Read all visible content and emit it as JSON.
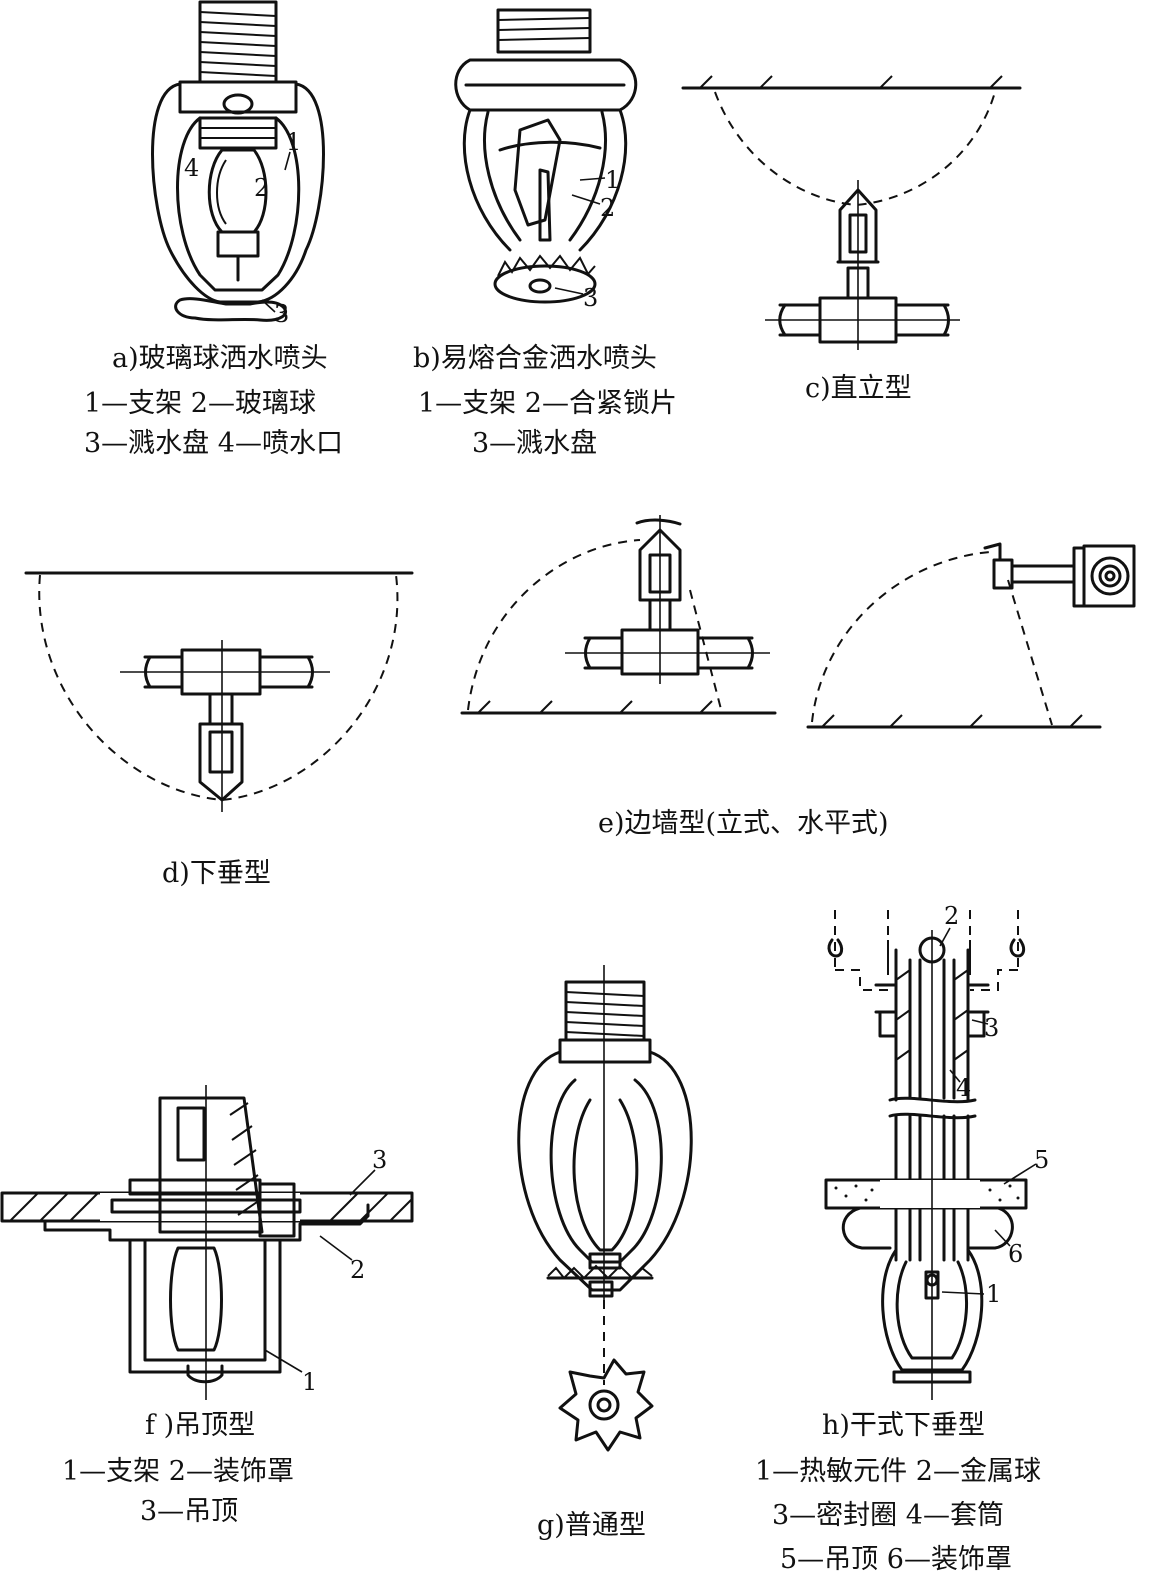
{
  "figures": [
    {
      "id": "a",
      "caption": "a)玻璃球洒水喷头",
      "legend": [
        "1—支架  2—玻璃球",
        "3—溅水盘  4—喷水口"
      ],
      "labels": [
        "1",
        "2",
        "3",
        "4"
      ]
    },
    {
      "id": "b",
      "caption": "b)易熔合金洒水喷头",
      "legend": [
        "1—支架   2—合紧锁片",
        "3—溅水盘"
      ],
      "labels": [
        "1",
        "2",
        "3"
      ]
    },
    {
      "id": "c",
      "caption": "c)直立型",
      "legend": [],
      "labels": []
    },
    {
      "id": "d",
      "caption": "d)下垂型",
      "legend": [],
      "labels": []
    },
    {
      "id": "e",
      "caption": "e)边墙型(立式、水平式)",
      "legend": [],
      "labels": []
    },
    {
      "id": "f",
      "caption": "f )吊顶型",
      "legend": [
        "1—支架   2—装饰罩",
        "3—吊顶"
      ],
      "labels": [
        "1",
        "2",
        "3"
      ]
    },
    {
      "id": "g",
      "caption": "g)普通型",
      "legend": [],
      "labels": []
    },
    {
      "id": "h",
      "caption": "h)干式下垂型",
      "legend": [
        "1—热敏元件   2—金属球",
        "3—密封圈   4—套筒",
        "5—吊顶   6—装饰罩"
      ],
      "labels": [
        "1",
        "2",
        "3",
        "4",
        "5",
        "6"
      ]
    }
  ]
}
